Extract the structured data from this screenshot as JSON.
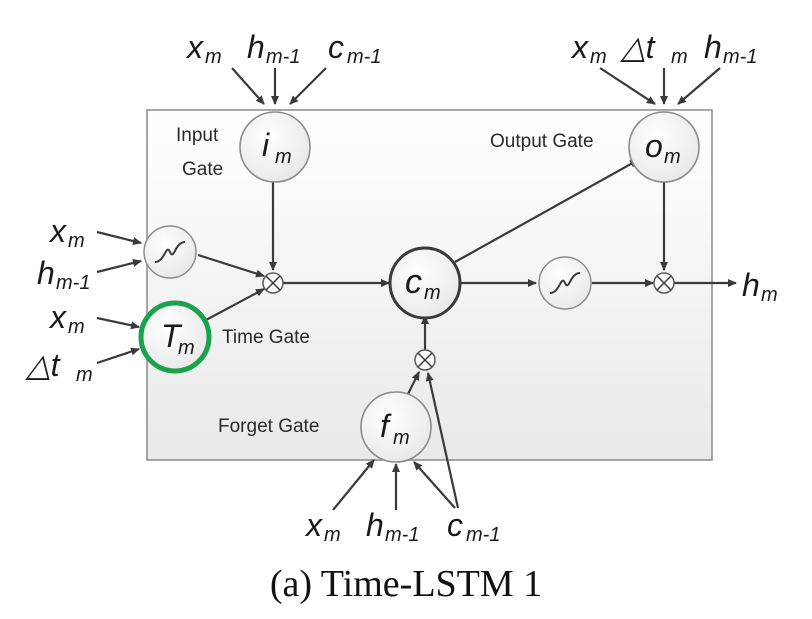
{
  "caption": "(a) Time-LSTM 1",
  "gates": {
    "input": {
      "symbol": "i",
      "sub": "m",
      "label_line1": "Input",
      "label_line2": "Gate"
    },
    "output": {
      "symbol": "o",
      "sub": "m",
      "label": "Output Gate"
    },
    "time": {
      "symbol": "T",
      "sub": "m",
      "label": "Time Gate"
    },
    "forget": {
      "symbol": "f",
      "sub": "m",
      "label": "Forget Gate"
    },
    "cell": {
      "symbol": "c",
      "sub": "m"
    }
  },
  "inputs": {
    "input_gate": [
      {
        "main": "x",
        "sub": "m"
      },
      {
        "main": "h",
        "sub": "m-1"
      },
      {
        "main": "c",
        "sub": "m-1"
      }
    ],
    "output_gate": [
      {
        "main": "x",
        "sub": "m"
      },
      {
        "main": "△t",
        "sub": "m"
      },
      {
        "main": "h",
        "sub": "m-1"
      }
    ],
    "left_sigmoid": [
      {
        "main": "x",
        "sub": "m"
      },
      {
        "main": "h",
        "sub": "m-1"
      }
    ],
    "time_gate": [
      {
        "main": "x",
        "sub": "m"
      },
      {
        "main": "△t",
        "sub": "m"
      }
    ],
    "forget_gate": [
      {
        "main": "x",
        "sub": "m"
      },
      {
        "main": "h",
        "sub": "m-1"
      },
      {
        "main": "c",
        "sub": "m-1"
      }
    ]
  },
  "output": {
    "main": "h",
    "sub": "m"
  },
  "colors": {
    "time_gate_ring": "#1aa34a",
    "box_fill": "#f3f3f3",
    "node_fill": "#f7f7f7"
  }
}
